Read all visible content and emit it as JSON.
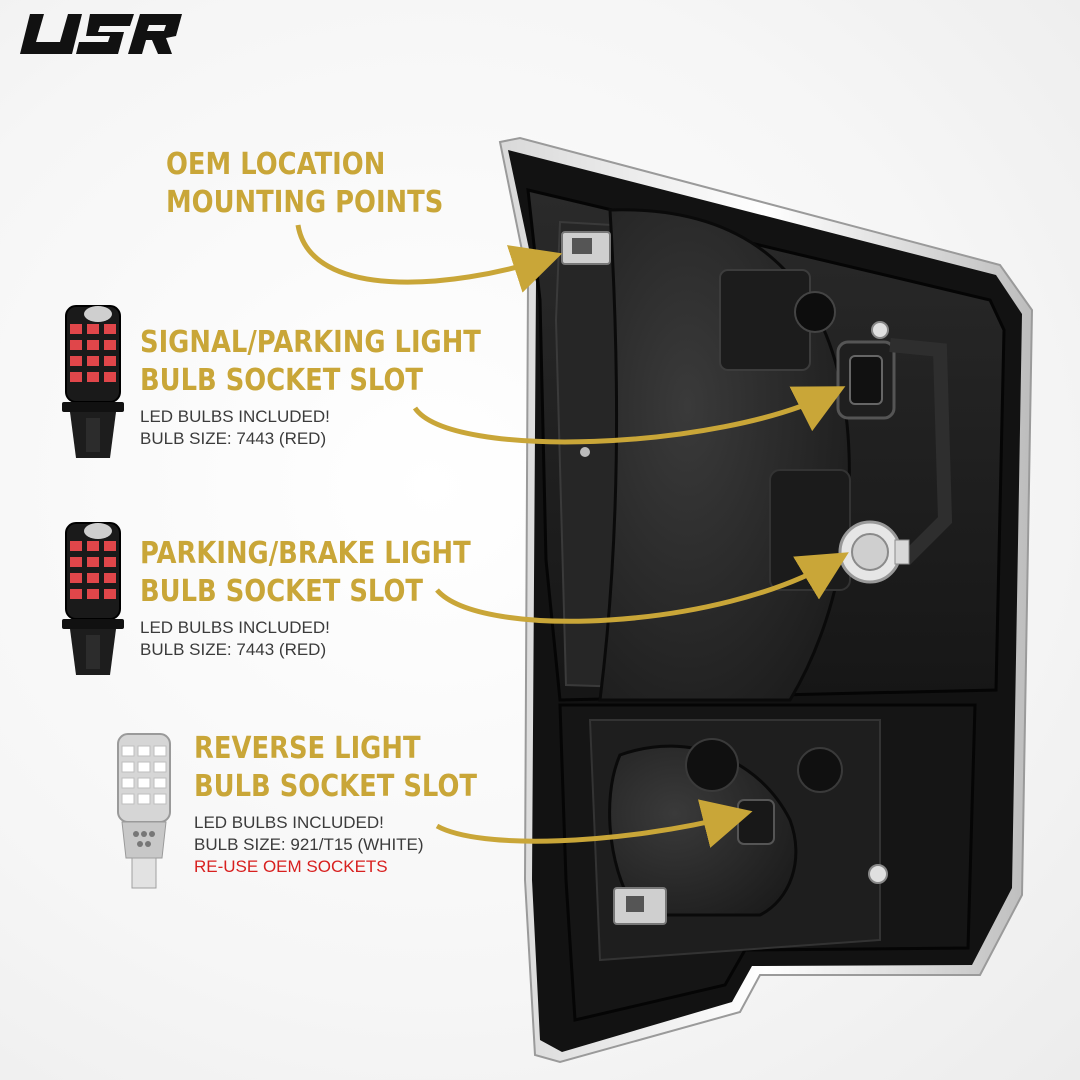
{
  "brand": {
    "logo_text": "USR"
  },
  "callouts": [
    {
      "title_line1": "OEM LOCATION",
      "title_line2": "MOUNTING POINTS"
    },
    {
      "title_line1": "SIGNAL/PARKING LIGHT",
      "title_line2": "BULB SOCKET SLOT",
      "note_line1": "LED BULBS INCLUDED!",
      "note_line2": "BULB SIZE: 7443 (RED)"
    },
    {
      "title_line1": "PARKING/BRAKE LIGHT",
      "title_line2": "BULB SOCKET SLOT",
      "note_line1": "LED BULBS INCLUDED!",
      "note_line2": "BULB SIZE: 7443 (RED)"
    },
    {
      "title_line1": "REVERSE LIGHT",
      "title_line2": "BULB SOCKET SLOT",
      "note_line1": "LED BULBS INCLUDED!",
      "note_line2": "BULB SIZE: 921/T15 (WHITE)",
      "warning": "RE-USE OEM SOCKETS"
    }
  ],
  "colors": {
    "accent_gold": "#c9a638",
    "warning_red": "#d8201f",
    "text_gray": "#3b3b3b",
    "housing": "#1e1e1e"
  }
}
